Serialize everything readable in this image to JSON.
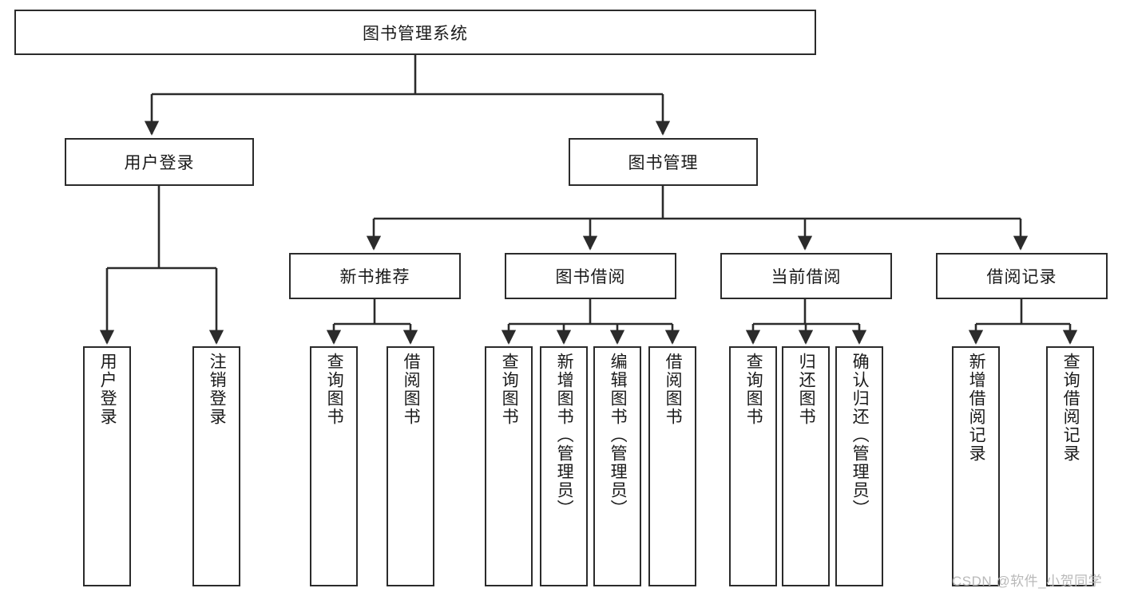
{
  "diagram": {
    "type": "tree",
    "title": "图书管理系统",
    "watermark": "CSDN @软件_小贺同学",
    "colors": {
      "box_border": "#2b2b2b",
      "box_fill": "#ffffff",
      "connector": "#2b2b2b",
      "text": "#1a1a1a",
      "watermark": "#b9b9b9",
      "background": "#ffffff"
    },
    "levels": {
      "root": {
        "label": "图书管理系统"
      },
      "level1": [
        {
          "id": "user-login",
          "label": "用户登录"
        },
        {
          "id": "book-manage",
          "label": "图书管理"
        }
      ],
      "level2": [
        {
          "id": "new-book-rec",
          "label": "新书推荐",
          "parent": "book-manage"
        },
        {
          "id": "book-borrow",
          "label": "图书借阅",
          "parent": "book-manage"
        },
        {
          "id": "current-borrow",
          "label": "当前借阅",
          "parent": "book-manage"
        },
        {
          "id": "borrow-record",
          "label": "借阅记录",
          "parent": "book-manage"
        }
      ],
      "leaves": [
        {
          "id": "leaf-1",
          "label": "用户登录",
          "parent": "user-login"
        },
        {
          "id": "leaf-2",
          "label": "注销登录",
          "parent": "user-login"
        },
        {
          "id": "leaf-3",
          "label": "查询图书",
          "parent": "new-book-rec"
        },
        {
          "id": "leaf-4",
          "label": "借阅图书",
          "parent": "new-book-rec"
        },
        {
          "id": "leaf-5",
          "label": "查询图书",
          "parent": "book-borrow"
        },
        {
          "id": "leaf-6",
          "label": "新增图书（管理员）",
          "parent": "book-borrow"
        },
        {
          "id": "leaf-7",
          "label": "编辑图书（管理员）",
          "parent": "book-borrow"
        },
        {
          "id": "leaf-8",
          "label": "借阅图书",
          "parent": "book-borrow"
        },
        {
          "id": "leaf-9",
          "label": "查询图书",
          "parent": "current-borrow"
        },
        {
          "id": "leaf-10",
          "label": "归还图书",
          "parent": "current-borrow"
        },
        {
          "id": "leaf-11",
          "label": "确认归还（管理员）",
          "parent": "current-borrow"
        },
        {
          "id": "leaf-12",
          "label": "新增借阅记录",
          "parent": "borrow-record"
        },
        {
          "id": "leaf-13",
          "label": "查询借阅记录",
          "parent": "borrow-record"
        }
      ]
    }
  }
}
